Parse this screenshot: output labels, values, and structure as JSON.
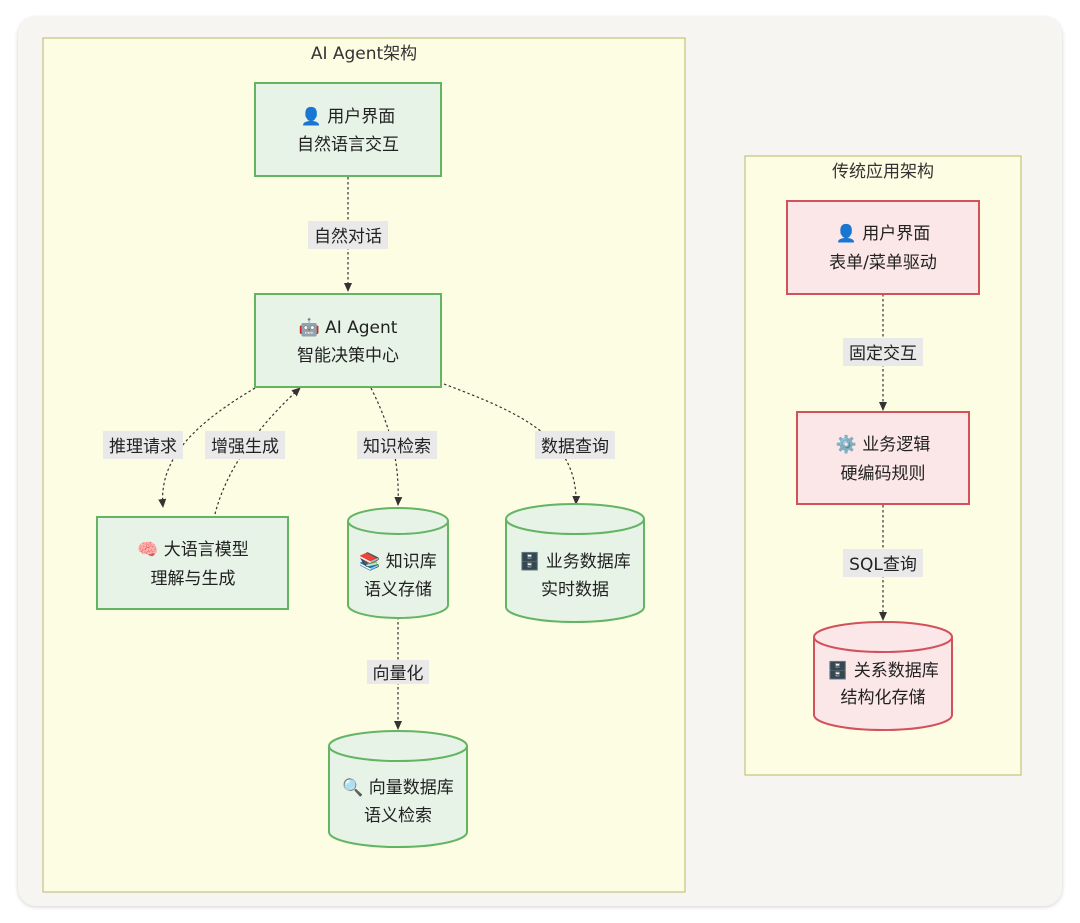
{
  "clusters": {
    "ai": {
      "title": "AI Agent架构"
    },
    "traditional": {
      "title": "传统应用架构"
    }
  },
  "nodes": {
    "ai_ui": {
      "icon": "👤",
      "line1": "用户界面",
      "line2": "自然语言交互"
    },
    "agent": {
      "icon": "🤖",
      "line1": "AI Agent",
      "line2": "智能决策中心"
    },
    "llm": {
      "icon": "🧠",
      "line1": "大语言模型",
      "line2": "理解与生成"
    },
    "kb": {
      "icon": "📚",
      "line1": "知识库",
      "line2": "语义存储"
    },
    "bizdb": {
      "icon": "🗄️",
      "line1": "业务数据库",
      "line2": "实时数据"
    },
    "vecdb": {
      "icon": "🔍",
      "line1": "向量数据库",
      "line2": "语义检索"
    },
    "trad_ui": {
      "icon": "👤",
      "line1": "用户界面",
      "line2": "表单/菜单驱动"
    },
    "logic": {
      "icon": "⚙️",
      "line1": "业务逻辑",
      "line2": "硬编码规则"
    },
    "reldb": {
      "icon": "🗄️",
      "line1": "关系数据库",
      "line2": "结构化存储"
    }
  },
  "edges": {
    "natural_dialog": "自然对话",
    "reasoning_request": "推理请求",
    "enhanced_generation": "增强生成",
    "knowledge_retrieval": "知识检索",
    "data_query": "数据查询",
    "vectorize": "向量化",
    "fixed_interaction": "固定交互",
    "sql_query": "SQL查询"
  },
  "colors": {
    "ai_node_fill": "#e7f3e7",
    "ai_node_stroke": "#63b463",
    "trad_node_fill": "#fbe6e8",
    "trad_node_stroke": "#d2525c",
    "cluster_fill": "#fdfde4",
    "cluster_stroke": "#b8b86a"
  }
}
